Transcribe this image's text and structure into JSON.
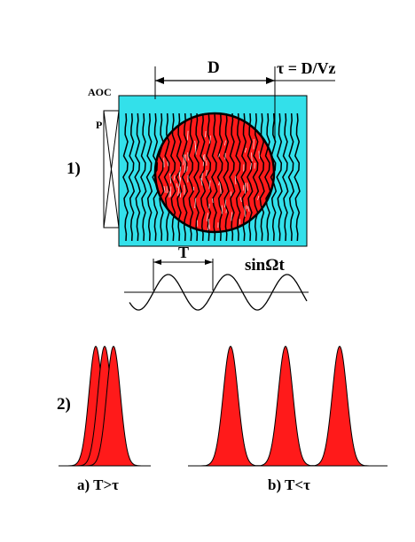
{
  "labels": {
    "d": "D",
    "tau_formula": "τ = D/Vz",
    "aoc": "AOC",
    "p": "P",
    "part1": "1)",
    "t": "T",
    "sine": "sinΩt",
    "part2": "2)",
    "case_a": "a) T>τ",
    "case_b": "b) T<τ"
  },
  "colors": {
    "crystal": "#33e0ea",
    "beam": "#ff1a1a",
    "pulse": "#ff1a1a",
    "line": "#000000"
  }
}
